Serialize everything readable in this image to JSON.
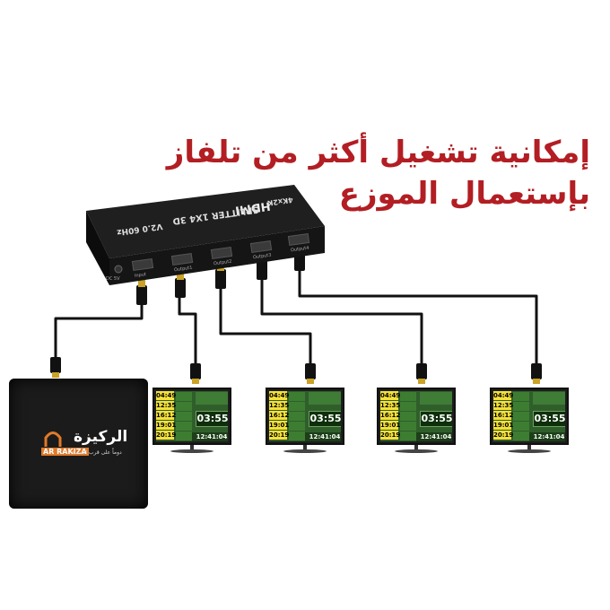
{
  "headline": {
    "line1": "إمكانية تشغيل أكثر من تلفاز",
    "line2": "بإستعمال الموزع"
  },
  "splitter": {
    "brand": "HDMI",
    "resolution": "4Kx2K",
    "model": "SPLITTER 1X4 3D",
    "version": "V2.0 60Hz",
    "port_input": "Input",
    "ports_output": [
      "Output1",
      "Output2",
      "Output3",
      "Output4"
    ],
    "power_label": "DC 5V"
  },
  "tv_box": {
    "logo_arabic": "الركيزة",
    "logo_english": "AR RAKIZA",
    "logo_tagline": "دوماً على قرب السماء"
  },
  "monitors": [
    {
      "times": [
        "04:49",
        "12:35",
        "16:12",
        "19:01",
        "20:19"
      ],
      "countdown": "03:55",
      "clock": "12:41:04"
    },
    {
      "times": [
        "04:49",
        "12:35",
        "16:12",
        "19:01",
        "20:19"
      ],
      "countdown": "03:55",
      "clock": "12:41:04"
    },
    {
      "times": [
        "04:49",
        "12:35",
        "16:12",
        "19:01",
        "20:19"
      ],
      "countdown": "03:55",
      "clock": "12:41:04"
    },
    {
      "times": [
        "04:49",
        "12:35",
        "16:12",
        "19:01",
        "20:19"
      ],
      "countdown": "03:55",
      "clock": "12:41:04"
    }
  ],
  "colors": {
    "headline": "#b21e23",
    "screen_green": "#2f5e2b",
    "prayer_time_yellow": "#f4e03a",
    "logo_orange": "#e07a2a"
  }
}
